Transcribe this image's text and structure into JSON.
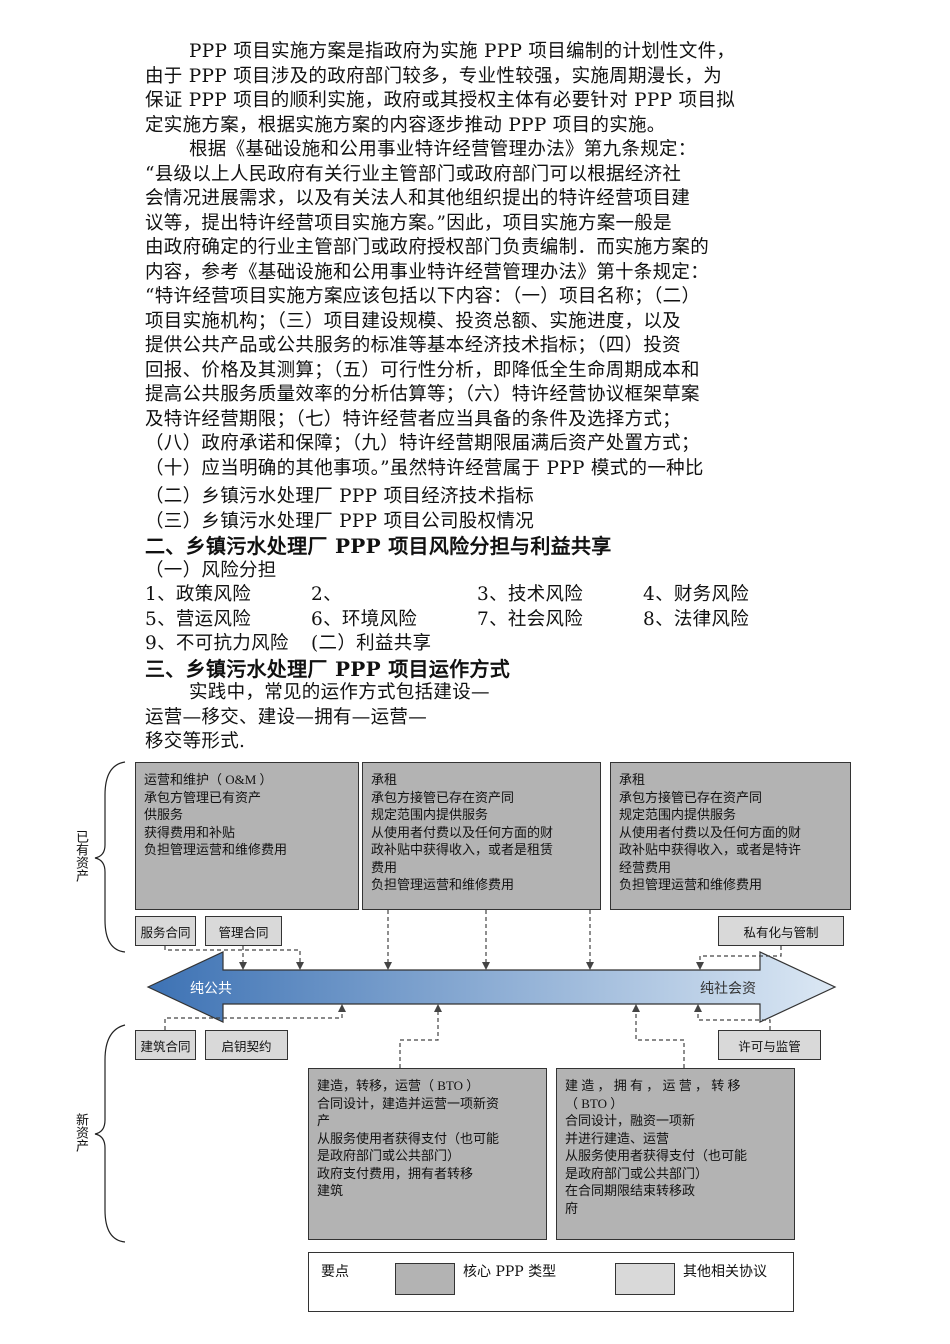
{
  "body": {
    "lines": [
      "PPP 项目实施方案是指政府为实施 PPP 项目编制的计划性文件，",
      "由于 PPP 项目涉及的政府部门较多，专业性较强，实施周期漫长，为",
      "保证 PPP 项目的顺利实施，政府或其授权主体有必要针对 PPP 项目拟",
      "定实施方案，根据实施方案的内容逐步推动 PPP 项目的实施。",
      "根据《基础设施和公用事业特许经营管理办法》第九条规定：",
      "“县级以上人民政府有关行业主管部门或政府部门可以根据经济社",
      "会情况进展需求，以及有关法人和其他组织提出的特许经营项目建",
      "议等，提出特许经营项目实施方案。”因此，项目实施方案一般是",
      "由政府确定的行业主管部门或政府授权部门负责编制．而实施方案的",
      "内容，参考《基础设施和公用事业特许经营管理办法》第十条规定：",
      "“特许经营项目实施方案应该包括以下内容：（一）项目名称；（二）",
      "项目实施机构；（三）项目建设规模、投资总额、实施进度，以及",
      "提供公共产品或公共服务的标准等基本经济技术指标；（四）投资",
      "回报、价格及其测算；（五）可行性分析，即降低全生命周期成本和",
      "提高公共服务质量效率的分析估算等；（六）特许经营协议框架草案",
      "及特许经营期限；（七）特许经营者应当具备的条件及选择方式；",
      "（八）政府承诺和保障；（九）特许经营期限届满后资产处置方式；",
      "（十）应当明确的其他事项。”虽然特许经营属于 PPP 模式的一种比"
    ],
    "lower_lines": [
      "（二）乡镇污水处理厂 PPP 项目经济技术指标",
      "（三）乡镇污水处理厂 PPP 项目公司股权情况",
      "二、乡镇污水处理厂 PPP 项目风险分担与利益共享",
      "（一）风险分担",
      "1、政策风险",
      "2、",
      "3、技术风险",
      "4、财务风险",
      "5、营运风险",
      "6、环境风险",
      "7、社会风险",
      "8、法律风险",
      "9、不可抗力风险",
      "(二）利益共享",
      "三、乡镇污水处理厂 PPP 项目运作方式",
      "实践中，常见的运作方式包括建设—",
      "运营—移交、建设—拥有—运营—",
      "移交等形式."
    ]
  },
  "diagram": {
    "core_boxes": [
      {
        "lines": [
          "运营和维护（ O&M ）",
          "承包方管理已有资产",
          "供服务",
          "获得费用和补贴",
          "负担管理运营和维修费用"
        ]
      },
      {
        "lines": [
          "承租",
          "承包方接管已存在资产同",
          "规定范围内提供服务",
          "从使用者付费以及任何方面的财",
          "政补贴中获得收入，或者是租赁",
          "费用",
          "负担管理运营和维修费用"
        ]
      },
      {
        "lines": [
          "承租",
          "承包方接管已存在资产同",
          "规定范围内提供服务",
          "从使用者付费以及任何方面的财",
          "政补贴中获得收入，或者是特许",
          "经营费用",
          "负担管理运营和维修费用"
        ]
      },
      {
        "lines": [
          "建造，转移，运营（ BTO ）",
          "合同设计，建造并运营一项新资",
          "产",
          "从服务使用者获得支付（也可能",
          "是政府部门或公共部门）",
          "政府支付费用，拥有者转移",
          "建筑"
        ]
      },
      {
        "lines": [
          "建 造 ， 拥 有 ， 运 营 ， 转 移",
          "（ BTO ）",
          "合同设计，融资一项新",
          "并进行建造、运营",
          "从服务使用者获得支付（也可能",
          "是政府部门或公共部门）",
          "在合同期限结束转移政",
          "府"
        ]
      }
    ],
    "other_tags": {
      "management": "管理合同",
      "service": "服务合同",
      "privatization": "私有化与管制",
      "construction": "建筑合同",
      "turnkey": "启钥契约",
      "license": "许可与监管"
    },
    "arrow": {
      "left": "纯公共",
      "right": "纯社会资"
    },
    "braces": {
      "existing": "已有资产",
      "new": "新资产"
    },
    "legend": {
      "title": "要点",
      "core": "核心 PPP 类型",
      "other": "其他相关协议"
    },
    "colors": {
      "core": "#b3b3b3",
      "other": "#d9d9d9",
      "arrow_start": "#3d72b4",
      "arrow_end": "#dce8f4"
    }
  }
}
